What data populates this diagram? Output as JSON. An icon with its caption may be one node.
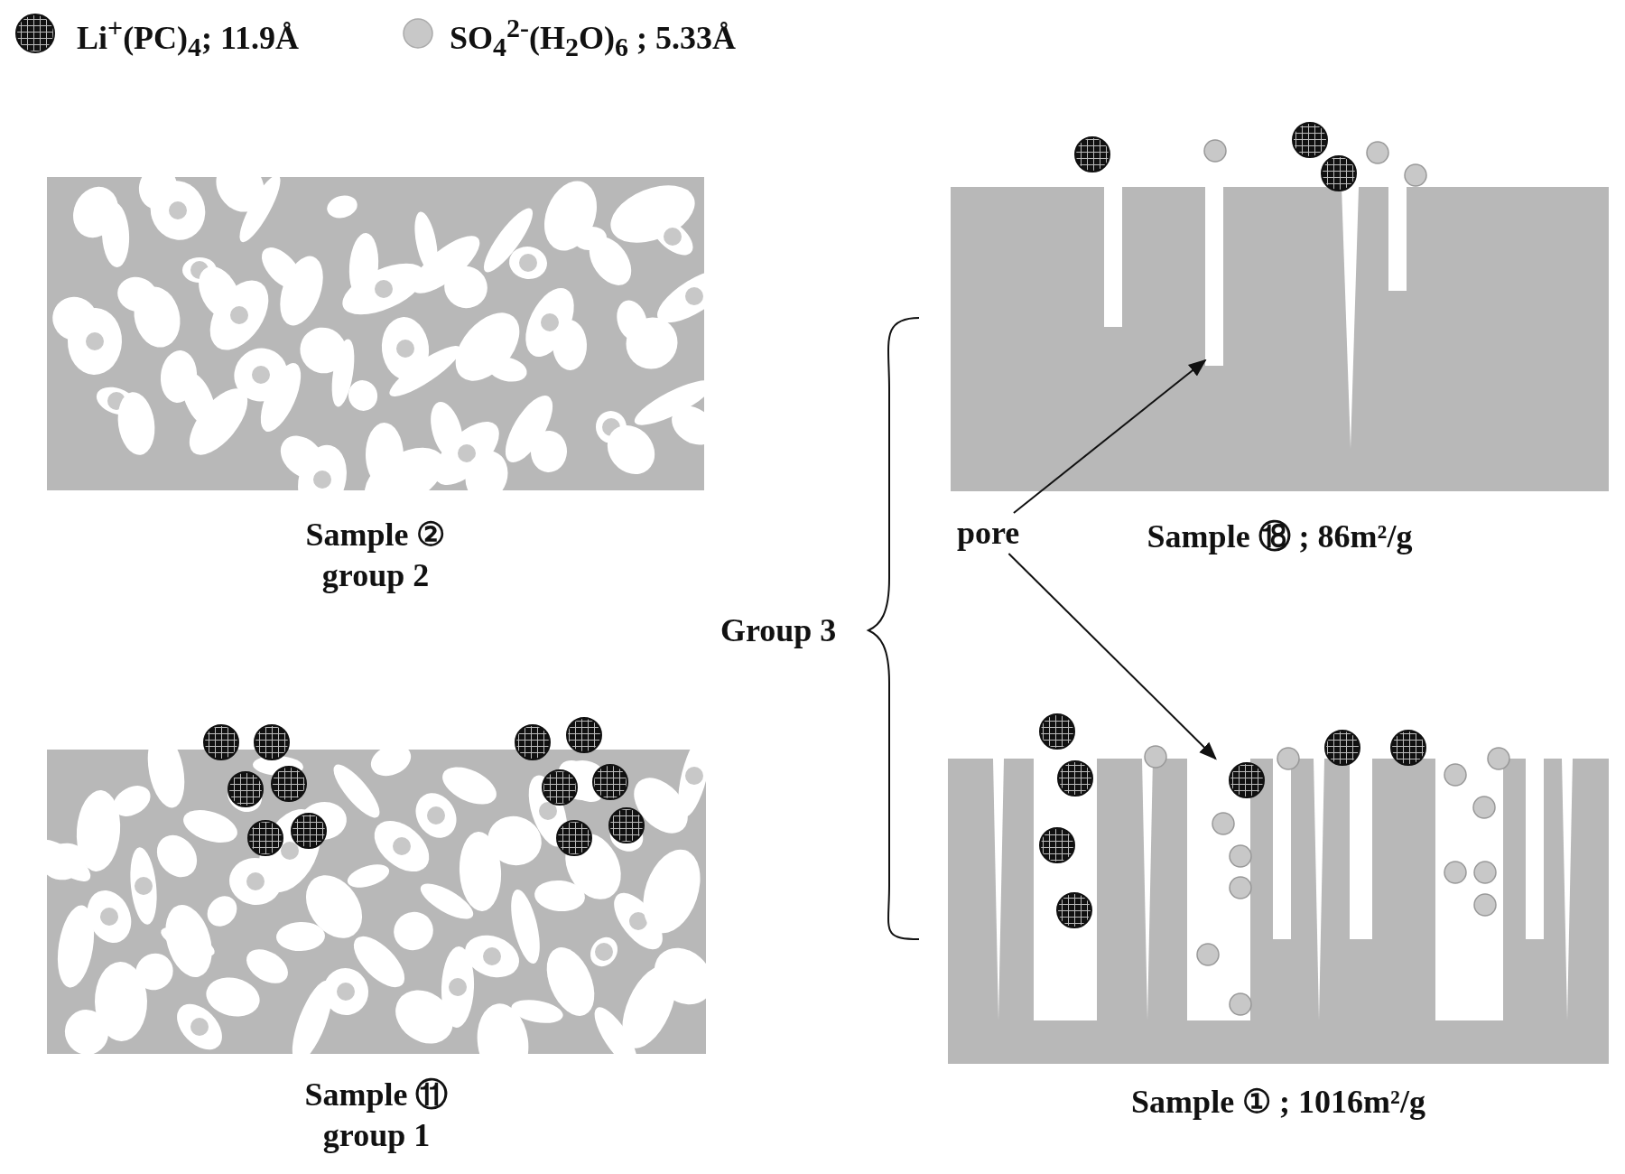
{
  "diagram": {
    "nodes": [
      {
        "text": [
          "Sample ② group 2"
        ]
      },
      {
        "text": [
          "Sample ⑪ group 1"
        ]
      },
      {
        "text": [
          "Sample ⑱ ; 86m²/g"
        ]
      },
      {
        "text": [
          "Sample ① ; 1016m²/g"
        ]
      },
      {
        "text": [
          "pore"
        ]
      },
      {
        "text": [],
        "shape": "box",
        "in": 2
      },
      {
        "text": [],
        "shape": "box",
        "in": 3
      }
    ],
    "edges": [
      {
        "from": 4,
        "to": 5,
        "arrow": "to"
      },
      {
        "from": 4,
        "to": 6,
        "arrow": "to"
      }
    ],
    "labels": [
      "Group 3"
    ],
    "legend": [
      {
        "text": "Li$^{+}$(PC)$_{4}$; 11.9Å"
      },
      {
        "text": "SO$_{4}$$^{2-}$(H$_{2}$O)$_{6}$ ; 5.33Å"
      }
    ]
  }
}
